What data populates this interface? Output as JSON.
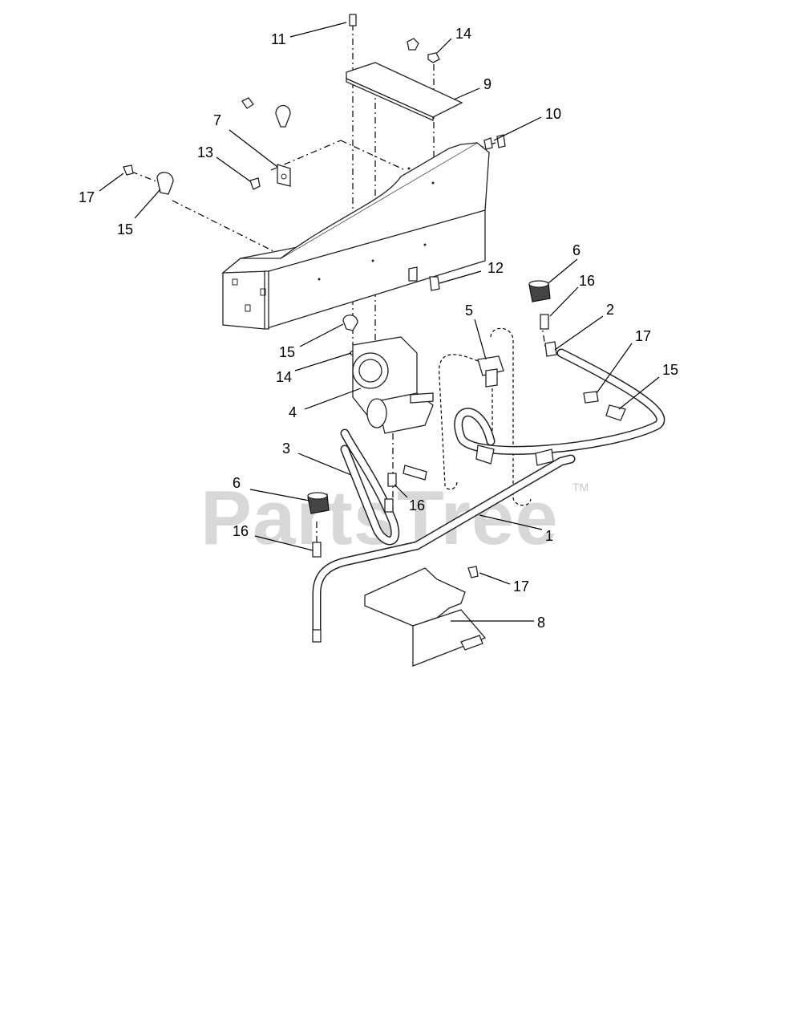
{
  "watermark": {
    "text": "PartsTree",
    "trademark": "TM"
  },
  "callouts": [
    {
      "id": "c11a",
      "label": "11"
    },
    {
      "id": "c14a",
      "label": "14"
    },
    {
      "id": "c9",
      "label": "9"
    },
    {
      "id": "c10",
      "label": "10"
    },
    {
      "id": "c7",
      "label": "7"
    },
    {
      "id": "c13",
      "label": "13"
    },
    {
      "id": "c17a",
      "label": "17"
    },
    {
      "id": "c15a",
      "label": "15"
    },
    {
      "id": "c12",
      "label": "12"
    },
    {
      "id": "c6a",
      "label": "6"
    },
    {
      "id": "c16a",
      "label": "16"
    },
    {
      "id": "c5",
      "label": "5"
    },
    {
      "id": "c2",
      "label": "2"
    },
    {
      "id": "c17b",
      "label": "17"
    },
    {
      "id": "c15b",
      "label": "15"
    },
    {
      "id": "c15c",
      "label": "15"
    },
    {
      "id": "c14b",
      "label": "14"
    },
    {
      "id": "c4",
      "label": "4"
    },
    {
      "id": "c3",
      "label": "3"
    },
    {
      "id": "c6b",
      "label": "6"
    },
    {
      "id": "c16b",
      "label": "16"
    },
    {
      "id": "c16c",
      "label": "16"
    },
    {
      "id": "c1",
      "label": "1"
    },
    {
      "id": "c17c",
      "label": "17"
    },
    {
      "id": "c8",
      "label": "8"
    }
  ]
}
